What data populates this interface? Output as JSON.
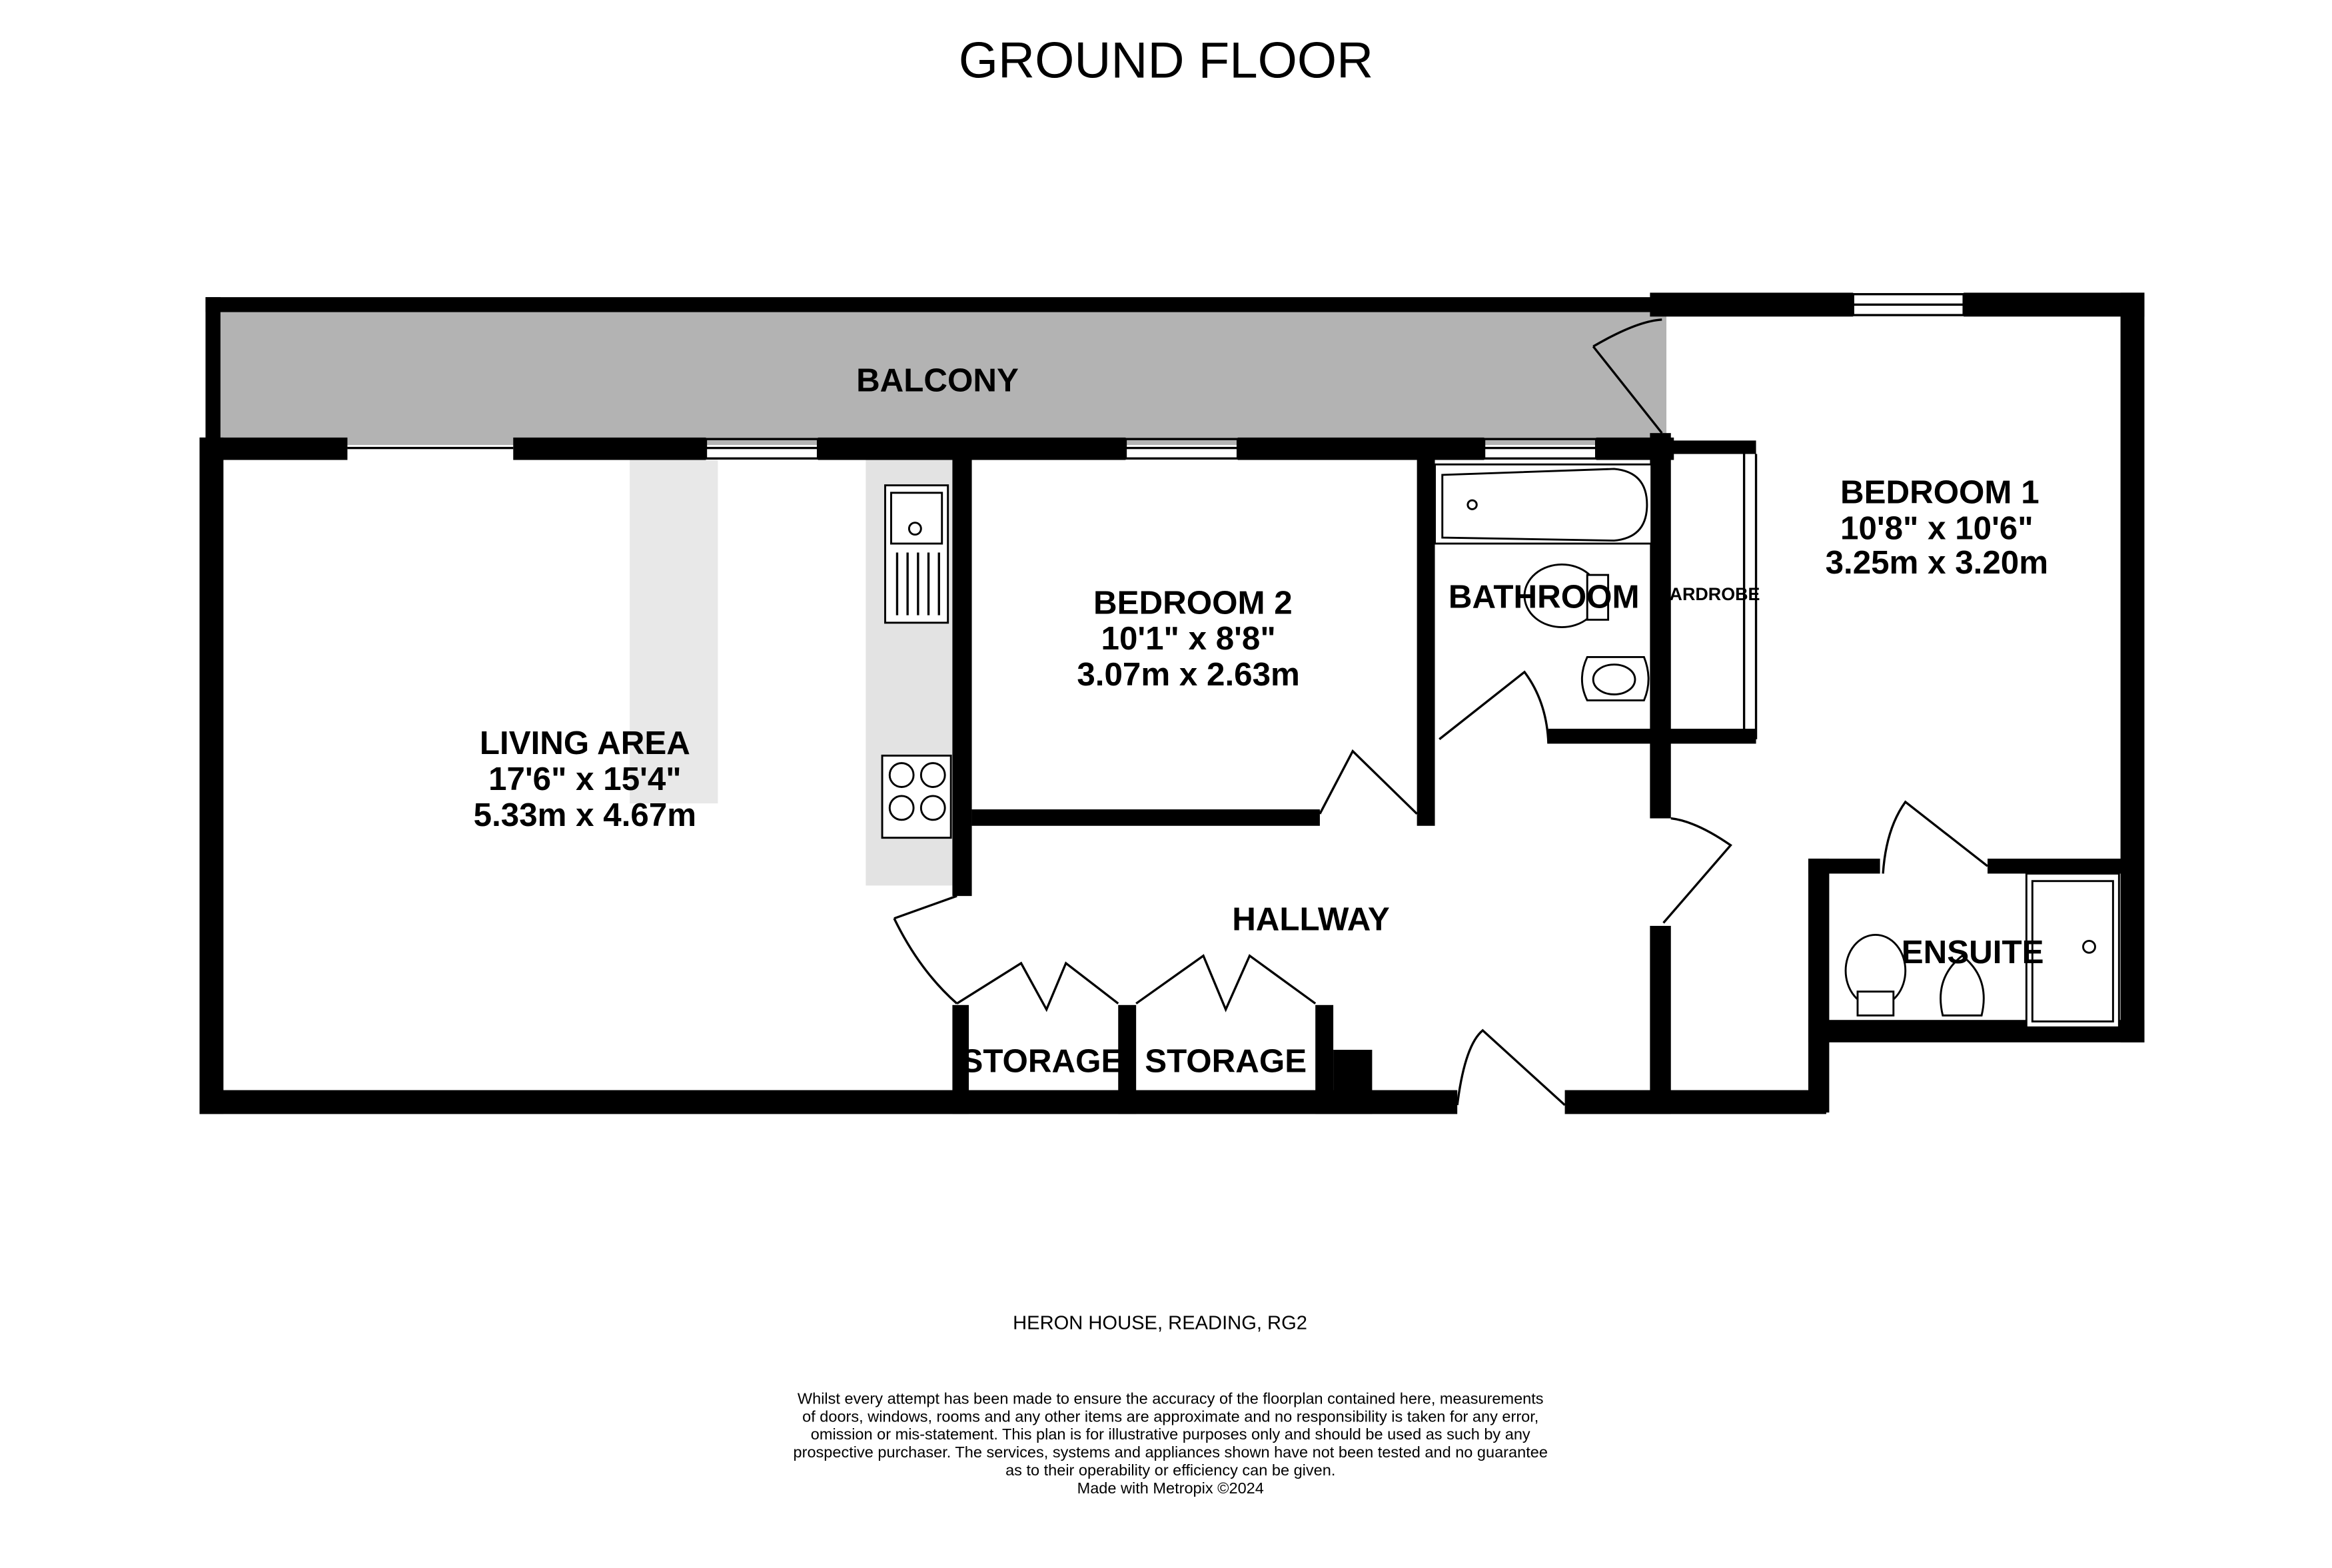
{
  "title": "GROUND FLOOR",
  "rooms": {
    "balcony": {
      "name": "BALCONY"
    },
    "living": {
      "name": "LIVING AREA",
      "imperial": "17'6\"  x 15'4\"",
      "metric": "5.33m  x 4.67m"
    },
    "bedroom2": {
      "name": "BEDROOM 2",
      "imperial": "10'1\"  x 8'8\"",
      "metric": "3.07m  x 2.63m"
    },
    "bedroom1": {
      "name": "BEDROOM 1",
      "imperial": "10'8\"  x 10'6\"",
      "metric": "3.25m  x 3.20m"
    },
    "bathroom": {
      "name": "BATHROOM"
    },
    "wardrobe": {
      "name": "WARDROBE"
    },
    "ensuite": {
      "name": "ENSUITE"
    },
    "hallway": {
      "name": "HALLWAY"
    },
    "storage1": {
      "name": "STORAGE"
    },
    "storage2": {
      "name": "STORAGE"
    }
  },
  "address": "HERON HOUSE, READING, RG2",
  "disclaimer": [
    "Whilst every attempt has been made to ensure the accuracy of the floorplan contained here, measurements",
    "of doors, windows, rooms and any other items are approximate and no responsibility is taken for any error,",
    "omission or mis-statement. This plan is for illustrative purposes only and should be used as such by any",
    "prospective purchaser. The services, systems and appliances shown have not been tested and no guarantee",
    "as to their operability or efficiency can be given."
  ],
  "credit": "Made with Metropix ©2024",
  "colors": {
    "wall": "#000000",
    "balcony": "#b3b3b3",
    "counter": "#e3e3e3"
  }
}
